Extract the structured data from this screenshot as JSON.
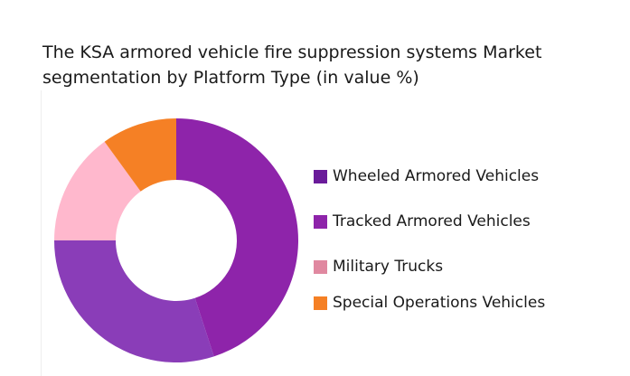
{
  "chart_data": {
    "type": "pie",
    "donut": true,
    "title": "The KSA armored vehicle fire suppression systems Market segmentation by Platform Type (in value %)",
    "categories": [
      "Wheeled Armored Vehicles",
      "Tracked Armored Vehicles",
      "Military Trucks",
      "Special Operations Vehicles"
    ],
    "values": [
      45,
      30,
      15,
      10
    ],
    "slice_colors": [
      "#8E24AA",
      "#8A3DB8",
      "#FFB8CD",
      "#F58025"
    ],
    "legend_colors": [
      "#6A1B9A",
      "#8E24AA",
      "#E088A0",
      "#F58025"
    ],
    "legend_placement": "right"
  }
}
